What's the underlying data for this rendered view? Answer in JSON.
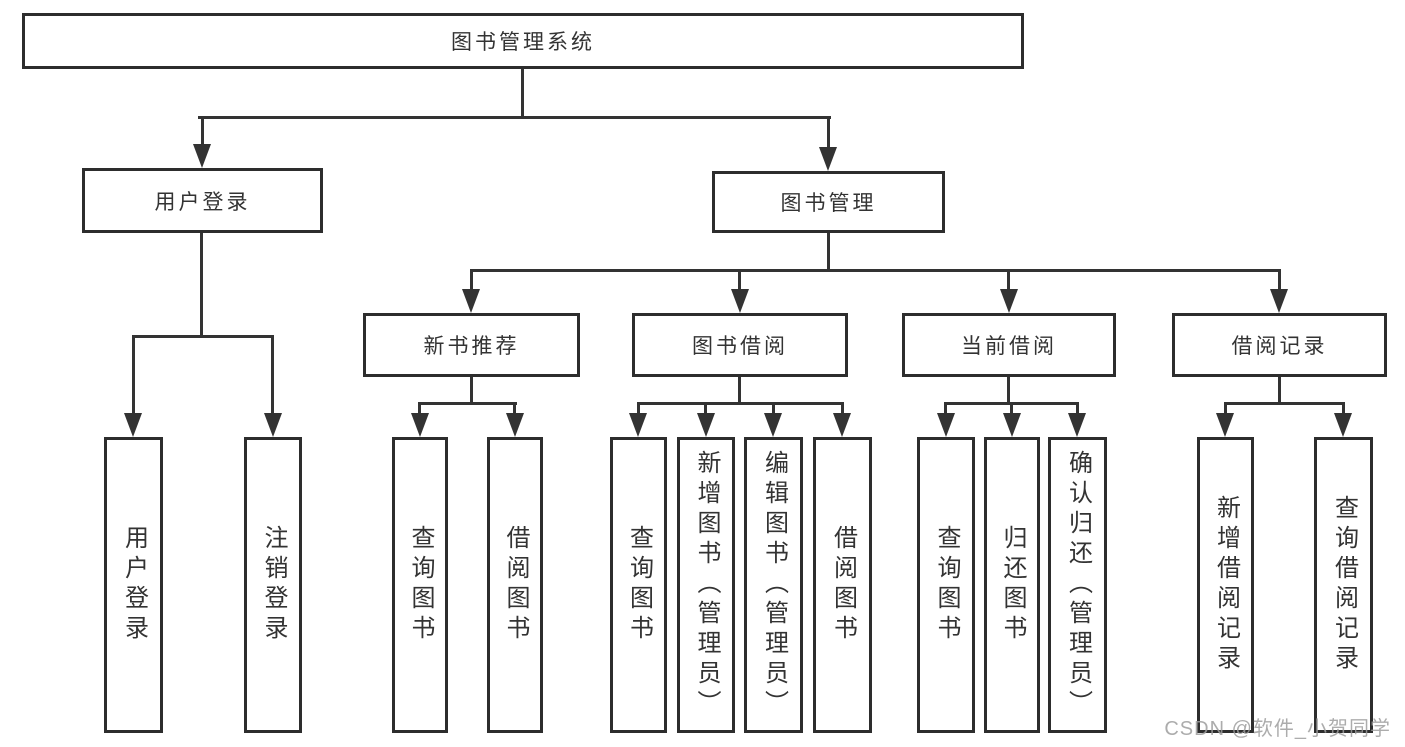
{
  "labels": {
    "root": "图书管理系统",
    "user_login": "用户登录",
    "book_mgmt": "图书管理",
    "new_book_rec": "新书推荐",
    "book_borrow": "图书借阅",
    "current_borrow": "当前借阅",
    "borrow_records": "借阅记录",
    "leaf_user_login": "用户登录",
    "leaf_logout": "注销登录",
    "leaf_query_books_a": "查询图书",
    "leaf_borrow_books_a": "借阅图书",
    "leaf_query_books_b": "查询图书",
    "leaf_add_books_admin": "新增图书（管理员）",
    "leaf_edit_books_admin": "编辑图书（管理员）",
    "leaf_borrow_books_b": "借阅图书",
    "leaf_query_books_c": "查询图书",
    "leaf_return_books": "归还图书",
    "leaf_confirm_return_admin": "确认归还（管理员）",
    "leaf_add_borrow_record": "新增借阅记录",
    "leaf_query_borrow_record": "查询借阅记录"
  },
  "structure": {
    "图书管理系统": {
      "用户登录": [
        "用户登录",
        "注销登录"
      ],
      "图书管理": {
        "新书推荐": [
          "查询图书",
          "借阅图书"
        ],
        "图书借阅": [
          "查询图书",
          "新增图书（管理员）",
          "编辑图书（管理员）",
          "借阅图书"
        ],
        "当前借阅": [
          "查询图书",
          "归还图书",
          "确认归还（管理员）"
        ],
        "借阅记录": [
          "新增借阅记录",
          "查询借阅记录"
        ]
      }
    }
  },
  "watermark": "CSDN @软件_小贺同学",
  "colors": {
    "line": "#333333",
    "box_border": "#2d2d2d",
    "text": "#333333",
    "watermark": "#9e9e9e",
    "background": "#ffffff"
  }
}
